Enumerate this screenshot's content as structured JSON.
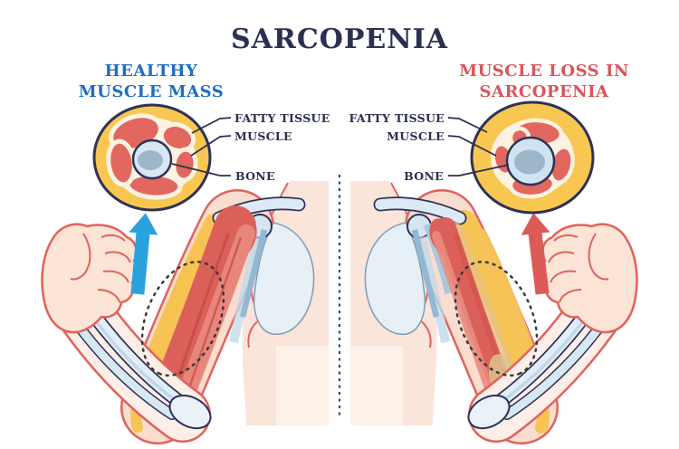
{
  "title": "SARCOPENIA",
  "left_panel": {
    "heading": [
      "HEALTHY",
      "MUSCLE MASS"
    ],
    "labels": {
      "fatty_tissue": "FATTY TISSUE",
      "muscle": "MUSCLE",
      "bone": "BONE"
    },
    "arrow_icon": "up-arrow",
    "arrow_color": "#2AA2DE"
  },
  "right_panel": {
    "heading": [
      "MUSCLE LOSS IN",
      "SARCOPENIA"
    ],
    "labels": {
      "fatty_tissue": "FATTY TISSUE",
      "muscle": "MUSCLE",
      "bone": "BONE"
    },
    "arrow_icon": "up-arrow",
    "arrow_color": "#DC5A57"
  },
  "colors": {
    "title_navy": "#2B3050",
    "heading_blue": "#1D6FC4",
    "heading_red": "#D9555A",
    "outline_navy": "#2E3257",
    "fat_yellow": "#F7C352",
    "muscle_red": "#DE655E",
    "muscle_light": "#E98B80",
    "cream": "#FCF2E2",
    "bone_ring_blue": "#D7E8F4",
    "bone_core_gray": "#9DB6CA",
    "skin": "#FBDDD0",
    "skin_outline": "#E0625C",
    "divider_navy": "#3C4160"
  }
}
